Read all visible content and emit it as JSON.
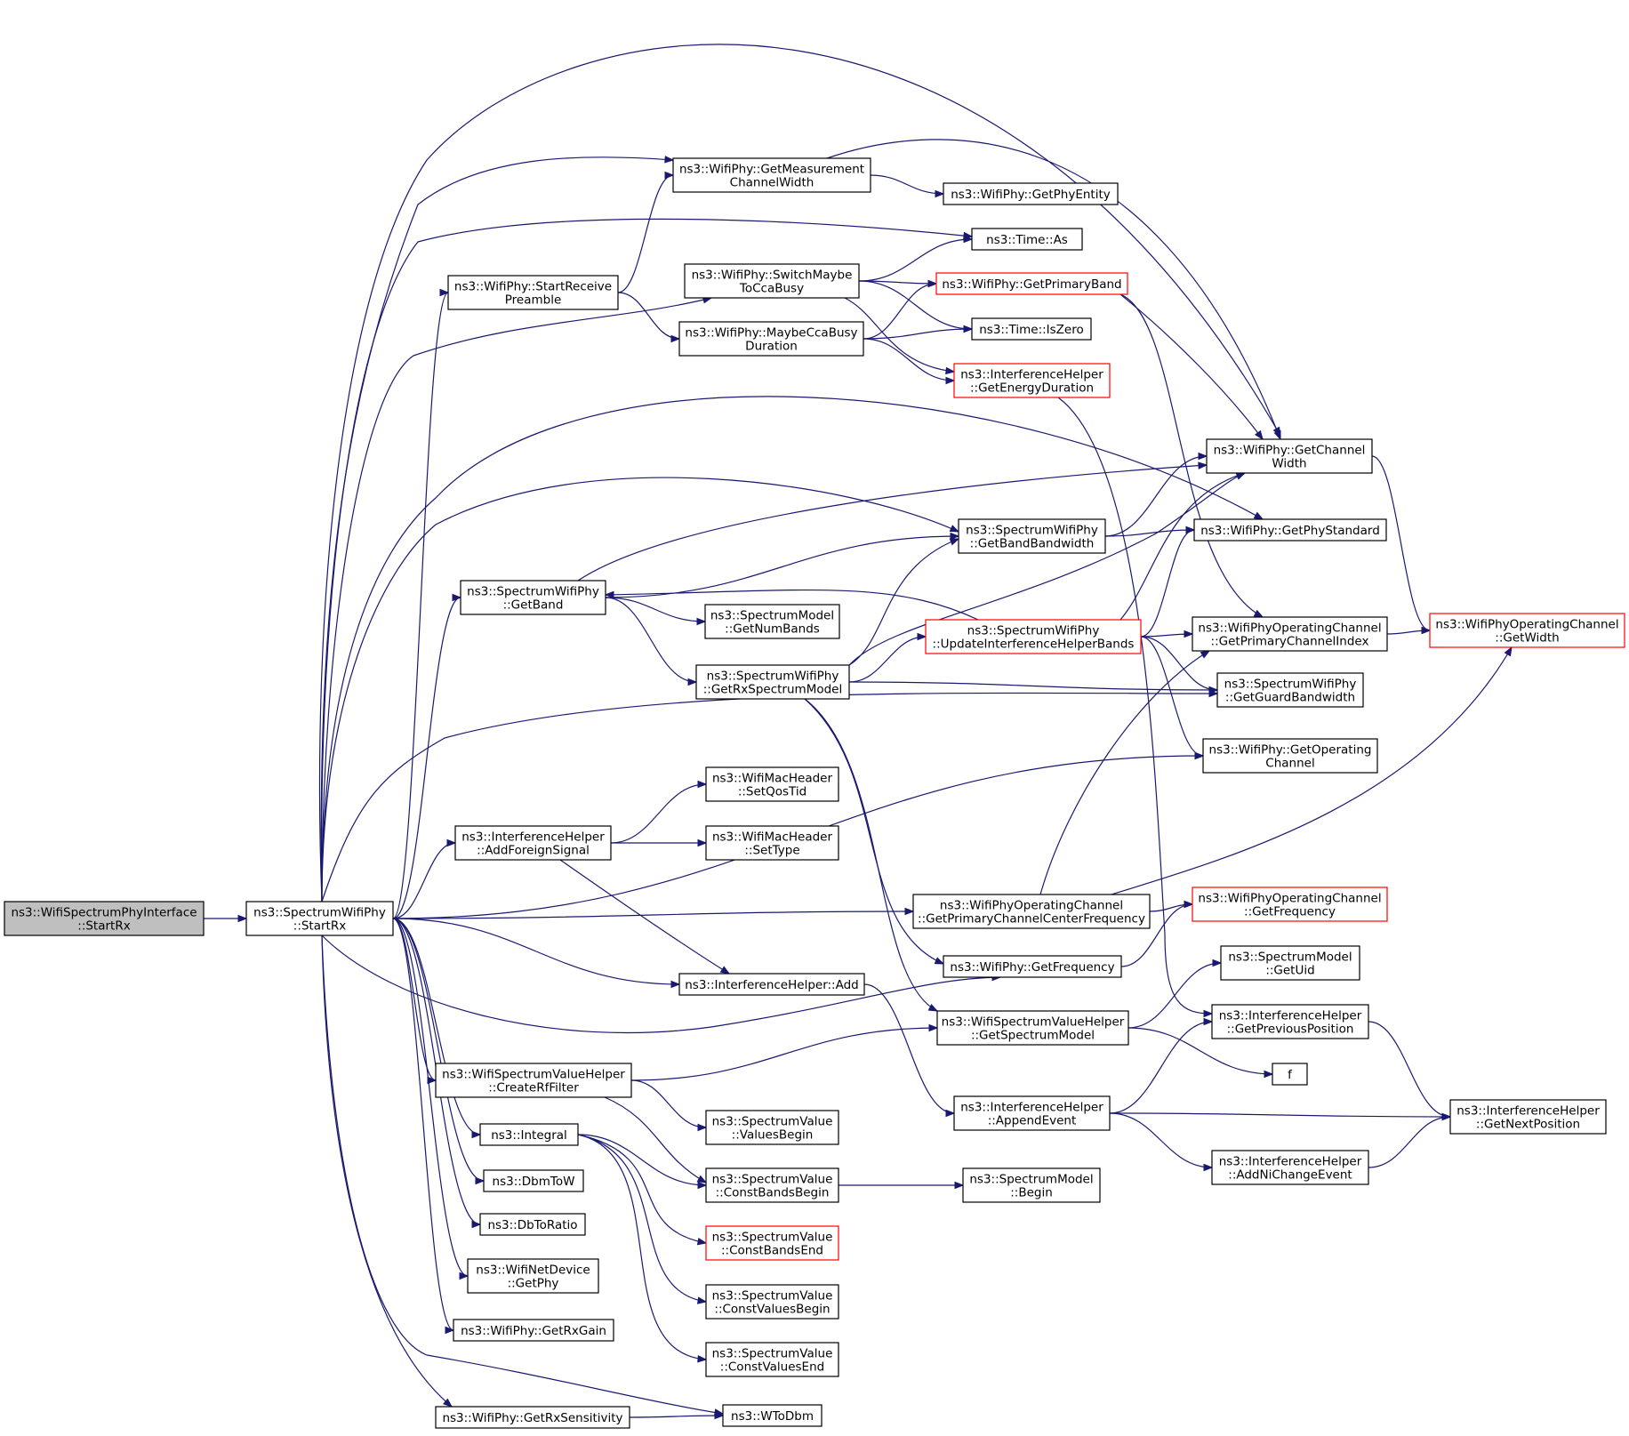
{
  "colors": {
    "edge": "#191970",
    "root_fill": "#bfbfbf",
    "truncated_border": "#ff0000",
    "node_border": "#000000"
  },
  "nodes": {
    "wsp_interface_startrx": {
      "lines": [
        "ns3::WifiSpectrumPhyInterface",
        "::StartRx"
      ],
      "style": "root"
    },
    "swp_startrx": {
      "lines": [
        "ns3::SpectrumWifiPhy",
        "::StartRx"
      ]
    },
    "wp_start_receive_preamble": {
      "lines": [
        "ns3::WifiPhy::StartReceive",
        "Preamble"
      ]
    },
    "swp_getband": {
      "lines": [
        "ns3::SpectrumWifiPhy",
        "::GetBand"
      ]
    },
    "ih_addforeignsignal": {
      "lines": [
        "ns3::InterferenceHelper",
        "::AddForeignSignal"
      ]
    },
    "wsvh_createrffilter": {
      "lines": [
        "ns3::WifiSpectrumValueHelper",
        "::CreateRfFilter"
      ]
    },
    "integral": {
      "lines": [
        "ns3::Integral"
      ]
    },
    "dbmtow": {
      "lines": [
        "ns3::DbmToW"
      ]
    },
    "dbtoratio": {
      "lines": [
        "ns3::DbToRatio"
      ]
    },
    "wnd_getphy": {
      "lines": [
        "ns3::WifiNetDevice",
        "::GetPhy"
      ]
    },
    "wp_getrxgain": {
      "lines": [
        "ns3::WifiPhy::GetRxGain"
      ]
    },
    "wp_getrxsensitivity": {
      "lines": [
        "ns3::WifiPhy::GetRxSensitivity"
      ]
    },
    "wp_getmeasurement": {
      "lines": [
        "ns3::WifiPhy::GetMeasurement",
        "ChannelWidth"
      ]
    },
    "wp_switchmaybe": {
      "lines": [
        "ns3::WifiPhy::SwitchMaybe",
        "ToCcaBusy"
      ]
    },
    "wp_maybeccabusy": {
      "lines": [
        "ns3::WifiPhy::MaybeCcaBusy",
        "Duration"
      ]
    },
    "sm_getnumbands": {
      "lines": [
        "ns3::SpectrumModel",
        "::GetNumBands"
      ]
    },
    "swp_getrxspectrummodel": {
      "lines": [
        "ns3::SpectrumWifiPhy",
        "::GetRxSpectrumModel"
      ]
    },
    "wmh_setqostid": {
      "lines": [
        "ns3::WifiMacHeader",
        "::SetQosTid"
      ]
    },
    "wmh_settype": {
      "lines": [
        "ns3::WifiMacHeader",
        "::SetType"
      ]
    },
    "ih_add": {
      "lines": [
        "ns3::InterferenceHelper::Add"
      ]
    },
    "sv_valuesbegin": {
      "lines": [
        "ns3::SpectrumValue",
        "::ValuesBegin"
      ]
    },
    "sv_constbandsbegin": {
      "lines": [
        "ns3::SpectrumValue",
        "::ConstBandsBegin"
      ]
    },
    "sv_constbandsend": {
      "lines": [
        "ns3::SpectrumValue",
        "::ConstBandsEnd"
      ],
      "style": "truncated"
    },
    "sv_constvaluesbegin": {
      "lines": [
        "ns3::SpectrumValue",
        "::ConstValuesBegin"
      ]
    },
    "sv_constvaluesend": {
      "lines": [
        "ns3::SpectrumValue",
        "::ConstValuesEnd"
      ]
    },
    "wtodbm": {
      "lines": [
        "ns3::WToDbm"
      ]
    },
    "wp_getphyentity": {
      "lines": [
        "ns3::WifiPhy::GetPhyEntity"
      ]
    },
    "time_as": {
      "lines": [
        "ns3::Time::As"
      ]
    },
    "wp_getprimaryband": {
      "lines": [
        "ns3::WifiPhy::GetPrimaryBand"
      ],
      "style": "truncated"
    },
    "time_iszero": {
      "lines": [
        "ns3::Time::IsZero"
      ]
    },
    "ih_getenergyduration": {
      "lines": [
        "ns3::InterferenceHelper",
        "::GetEnergyDuration"
      ],
      "style": "truncated"
    },
    "swp_getbandbandwidth": {
      "lines": [
        "ns3::SpectrumWifiPhy",
        "::GetBandBandwidth"
      ]
    },
    "swp_updateinterference": {
      "lines": [
        "ns3::SpectrumWifiPhy",
        "::UpdateInterferenceHelperBands"
      ],
      "style": "truncated"
    },
    "wpoc_getprimarycenterfreq": {
      "lines": [
        "ns3::WifiPhyOperatingChannel",
        "::GetPrimaryChannelCenterFrequency"
      ]
    },
    "wp_getfrequency": {
      "lines": [
        "ns3::WifiPhy::GetFrequency"
      ]
    },
    "wsvh_getspectrummodel": {
      "lines": [
        "ns3::WifiSpectrumValueHelper",
        "::GetSpectrumModel"
      ]
    },
    "ih_appendevent": {
      "lines": [
        "ns3::InterferenceHelper",
        "::AppendEvent"
      ]
    },
    "sm_begin": {
      "lines": [
        "ns3::SpectrumModel",
        "::Begin"
      ]
    },
    "wp_getchannelwidth": {
      "lines": [
        "ns3::WifiPhy::GetChannel",
        "Width"
      ]
    },
    "wp_getphystandard": {
      "lines": [
        "ns3::WifiPhy::GetPhyStandard"
      ]
    },
    "wpoc_getprimarychannelindex": {
      "lines": [
        "ns3::WifiPhyOperatingChannel",
        "::GetPrimaryChannelIndex"
      ]
    },
    "swp_getguardbandwidth": {
      "lines": [
        "ns3::SpectrumWifiPhy",
        "::GetGuardBandwidth"
      ]
    },
    "wp_getoperatingchannel": {
      "lines": [
        "ns3::WifiPhy::GetOperating",
        "Channel"
      ]
    },
    "wpoc_getfrequency": {
      "lines": [
        "ns3::WifiPhyOperatingChannel",
        "::GetFrequency"
      ],
      "style": "truncated"
    },
    "sm_getuid": {
      "lines": [
        "ns3::SpectrumModel",
        "::GetUid"
      ]
    },
    "ih_getpreviousposition": {
      "lines": [
        "ns3::InterferenceHelper",
        "::GetPreviousPosition"
      ]
    },
    "f": {
      "lines": [
        "f"
      ]
    },
    "ih_addnichangeevent": {
      "lines": [
        "ns3::InterferenceHelper",
        "::AddNiChangeEvent"
      ]
    },
    "wpoc_getwidth": {
      "lines": [
        "ns3::WifiPhyOperatingChannel",
        "::GetWidth"
      ],
      "style": "truncated"
    },
    "ih_getnextposition": {
      "lines": [
        "ns3::InterferenceHelper",
        "::GetNextPosition"
      ]
    }
  },
  "edges": [
    [
      "wsp_interface_startrx",
      "swp_startrx"
    ],
    [
      "swp_startrx",
      "wp_getmeasurement"
    ],
    [
      "swp_startrx",
      "time_as"
    ],
    [
      "swp_startrx",
      "wp_start_receive_preamble"
    ],
    [
      "swp_startrx",
      "wp_switchmaybe"
    ],
    [
      "swp_startrx",
      "wp_getchannelwidth"
    ],
    [
      "swp_startrx",
      "wp_getphystandard"
    ],
    [
      "swp_startrx",
      "swp_getbandbandwidth"
    ],
    [
      "swp_startrx",
      "swp_getband"
    ],
    [
      "swp_startrx",
      "swp_getguardbandwidth"
    ],
    [
      "swp_startrx",
      "ih_addforeignsignal"
    ],
    [
      "swp_startrx",
      "wp_getoperatingchannel"
    ],
    [
      "swp_startrx",
      "wpoc_getprimarycenterfreq"
    ],
    [
      "swp_startrx",
      "ih_add"
    ],
    [
      "swp_startrx",
      "wp_getfrequency"
    ],
    [
      "swp_startrx",
      "wsvh_createrffilter"
    ],
    [
      "swp_startrx",
      "integral"
    ],
    [
      "swp_startrx",
      "dbmtow"
    ],
    [
      "swp_startrx",
      "dbtoratio"
    ],
    [
      "swp_startrx",
      "wnd_getphy"
    ],
    [
      "swp_startrx",
      "wp_getrxgain"
    ],
    [
      "swp_startrx",
      "wtodbm"
    ],
    [
      "swp_startrx",
      "wp_getrxsensitivity"
    ],
    [
      "wp_start_receive_preamble",
      "wp_getmeasurement"
    ],
    [
      "wp_start_receive_preamble",
      "wp_maybeccabusy"
    ],
    [
      "wp_getmeasurement",
      "wp_getphyentity"
    ],
    [
      "wp_getmeasurement",
      "wp_getchannelwidth"
    ],
    [
      "wp_switchmaybe",
      "time_as"
    ],
    [
      "wp_switchmaybe",
      "wp_getprimaryband"
    ],
    [
      "wp_switchmaybe",
      "time_iszero"
    ],
    [
      "wp_switchmaybe",
      "ih_getenergyduration"
    ],
    [
      "wp_maybeccabusy",
      "wp_getprimaryband"
    ],
    [
      "wp_maybeccabusy",
      "time_iszero"
    ],
    [
      "wp_maybeccabusy",
      "ih_getenergyduration"
    ],
    [
      "wp_getprimaryband",
      "wp_getchannelwidth"
    ],
    [
      "wp_getprimaryband",
      "wpoc_getprimarychannelindex"
    ],
    [
      "ih_getenergyduration",
      "ih_getpreviousposition"
    ],
    [
      "swp_getband",
      "wp_getchannelwidth"
    ],
    [
      "swp_getband",
      "swp_getbandbandwidth"
    ],
    [
      "swp_getband",
      "sm_getnumbands"
    ],
    [
      "swp_getband",
      "swp_getrxspectrummodel"
    ],
    [
      "swp_getbandbandwidth",
      "wp_getchannelwidth"
    ],
    [
      "swp_getbandbandwidth",
      "wp_getphystandard"
    ],
    [
      "swp_getrxspectrummodel",
      "swp_getbandbandwidth"
    ],
    [
      "swp_getrxspectrummodel",
      "wp_getchannelwidth"
    ],
    [
      "swp_getrxspectrummodel",
      "swp_updateinterference"
    ],
    [
      "swp_getrxspectrummodel",
      "swp_getguardbandwidth"
    ],
    [
      "swp_getrxspectrummodel",
      "wp_getfrequency"
    ],
    [
      "swp_getrxspectrummodel",
      "wsvh_getspectrummodel"
    ],
    [
      "swp_updateinterference",
      "swp_getband"
    ],
    [
      "swp_updateinterference",
      "wp_getchannelwidth"
    ],
    [
      "swp_updateinterference",
      "wp_getphystandard"
    ],
    [
      "swp_updateinterference",
      "wpoc_getprimarychannelindex"
    ],
    [
      "swp_updateinterference",
      "swp_getguardbandwidth"
    ],
    [
      "swp_updateinterference",
      "wp_getoperatingchannel"
    ],
    [
      "ih_addforeignsignal",
      "wmh_setqostid"
    ],
    [
      "ih_addforeignsignal",
      "wmh_settype"
    ],
    [
      "ih_addforeignsignal",
      "ih_add"
    ],
    [
      "ih_add",
      "ih_appendevent"
    ],
    [
      "wpoc_getprimarycenterfreq",
      "wpoc_getprimarychannelindex"
    ],
    [
      "wpoc_getprimarycenterfreq",
      "wpoc_getwidth"
    ],
    [
      "wpoc_getprimarycenterfreq",
      "wpoc_getfrequency"
    ],
    [
      "wp_getfrequency",
      "wpoc_getfrequency"
    ],
    [
      "wp_getchannelwidth",
      "wpoc_getwidth"
    ],
    [
      "wpoc_getprimarychannelindex",
      "wpoc_getwidth"
    ],
    [
      "wsvh_getspectrummodel",
      "sm_getuid"
    ],
    [
      "wsvh_getspectrummodel",
      "f"
    ],
    [
      "wsvh_createrffilter",
      "wsvh_getspectrummodel"
    ],
    [
      "wsvh_createrffilter",
      "sv_valuesbegin"
    ],
    [
      "wsvh_createrffilter",
      "sv_constbandsbegin"
    ],
    [
      "integral",
      "sv_constbandsbegin"
    ],
    [
      "integral",
      "sv_constbandsend"
    ],
    [
      "integral",
      "sv_constvaluesbegin"
    ],
    [
      "integral",
      "sv_constvaluesend"
    ],
    [
      "sv_constbandsbegin",
      "sm_begin"
    ],
    [
      "ih_appendevent",
      "ih_getpreviousposition"
    ],
    [
      "ih_appendevent",
      "ih_getnextposition"
    ],
    [
      "ih_appendevent",
      "ih_addnichangeevent"
    ],
    [
      "ih_addnichangeevent",
      "ih_getnextposition"
    ],
    [
      "ih_getpreviousposition",
      "ih_getnextposition"
    ],
    [
      "wp_getrxsensitivity",
      "wtodbm"
    ]
  ]
}
